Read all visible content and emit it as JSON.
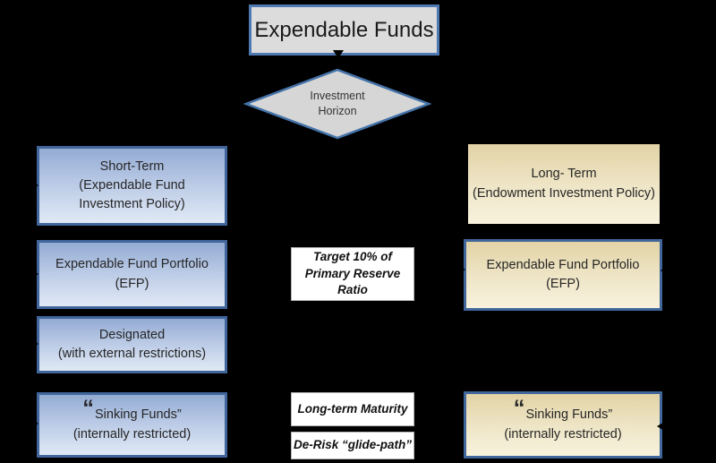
{
  "canvas": {
    "background": "#000000"
  },
  "palette": {
    "gray_fill": "#dcdcdc",
    "root_border_blue": "#4e79b2",
    "branch_border_blue": "#40669c",
    "blue_gradient_top": "#93abd3",
    "blue_gradient_bottom": "#e0e9f5",
    "tan_gradient_top": "#e2d3a6",
    "tan_gradient_bottom": "#f8f2dd",
    "note_fill": "#ffffff",
    "text": "#262626",
    "connector": "#000000"
  },
  "root": {
    "label": "Expendable Funds"
  },
  "decision": {
    "lines": [
      "Investment",
      "Horizon"
    ]
  },
  "left_branch": {
    "boxes": [
      {
        "lines": [
          "Short-Term",
          "(Expendable Fund",
          "Investment Policy)"
        ]
      },
      {
        "lines": [
          "Expendable Fund Portfolio",
          "(EFP)"
        ]
      },
      {
        "lines": [
          "Designated",
          "(with external restrictions)"
        ]
      },
      {
        "open_quote": "“",
        "line1": "Sinking Funds”",
        "line2": "(internally restricted)"
      }
    ]
  },
  "center_notes": [
    {
      "lines": [
        "Target 10% of",
        "Primary Reserve",
        "Ratio"
      ]
    },
    {
      "lines": [
        "Long-term Maturity"
      ]
    },
    {
      "lines": [
        "De-Risk “glide-path”"
      ]
    }
  ],
  "right_branch": {
    "boxes": [
      {
        "lines": [
          "Long- Term",
          "(Endowment Investment Policy)"
        ]
      },
      {
        "lines": [
          "Expendable Fund Portfolio",
          "(EFP)"
        ]
      },
      {
        "open_quote": "“",
        "line1": "Sinking Funds”",
        "line2": "(internally restricted)"
      }
    ]
  }
}
